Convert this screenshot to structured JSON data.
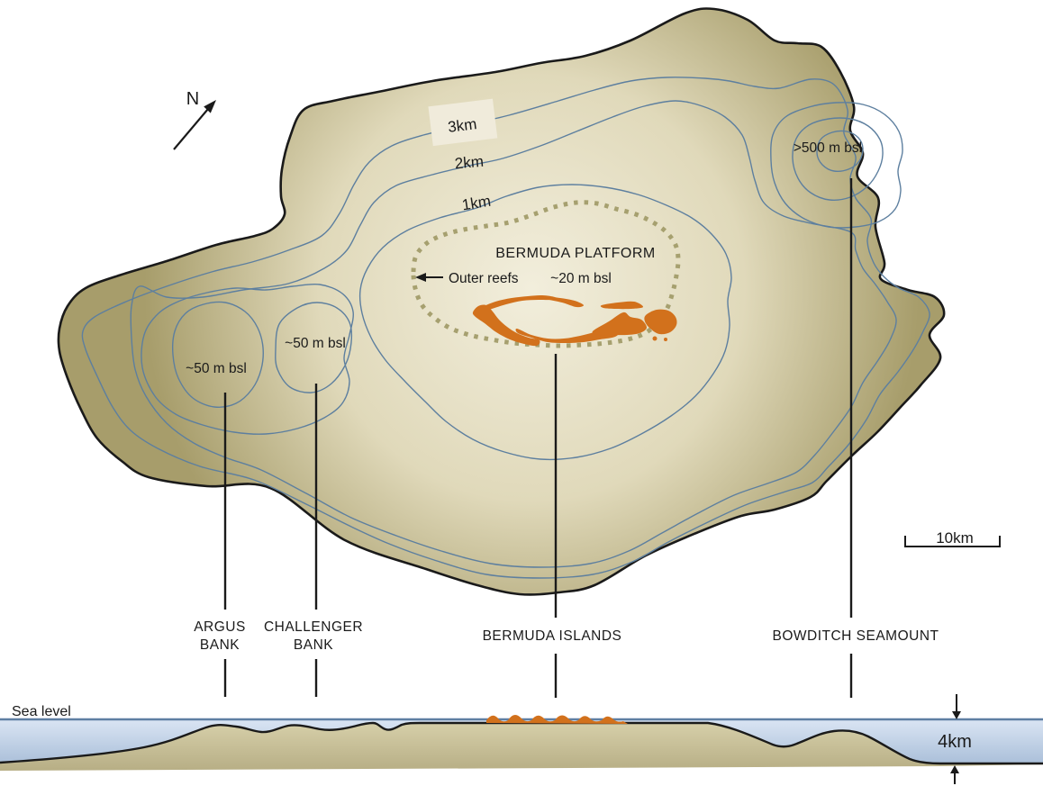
{
  "map": {
    "north_label": "N",
    "contour_labels": {
      "outer": "3km",
      "middle": "2km",
      "inner": "1km"
    },
    "platform": {
      "title": "BERMUDA PLATFORM",
      "outer_reefs_label": "Outer reefs",
      "depth_label": "~20 m bsl"
    },
    "argus_bank": {
      "depth_label": "~50 m bsl",
      "name_line1": "ARGUS",
      "name_line2": "BANK"
    },
    "challenger_bank": {
      "depth_label": "~50 m bsl",
      "name_line1": "CHALLENGER",
      "name_line2": "BANK"
    },
    "bowditch_seamount": {
      "depth_label": ">500 m bsl",
      "name": "BOWDITCH SEAMOUNT"
    },
    "bermuda_islands_label": "BERMUDA ISLANDS",
    "scale_label": "10km"
  },
  "cross_section": {
    "sea_level_label": "Sea level",
    "depth_label": "4km"
  },
  "colors": {
    "ink": "#1a1a1a",
    "pedestal_center": "#f2eedc",
    "pedestal_mid": "#e0d9ba",
    "pedestal_edge": "#a79d6b",
    "contour_line": "#5d7f9f",
    "reef_dotted": "#a6a06f",
    "island_orange": "#d2711c",
    "water_top": "#d9e4f3",
    "water_bottom": "#aabfd9",
    "sea_level_line": "#5f7fa3",
    "seafloor_top": "#d6cfa9",
    "seafloor_bottom": "#b7ae85"
  }
}
